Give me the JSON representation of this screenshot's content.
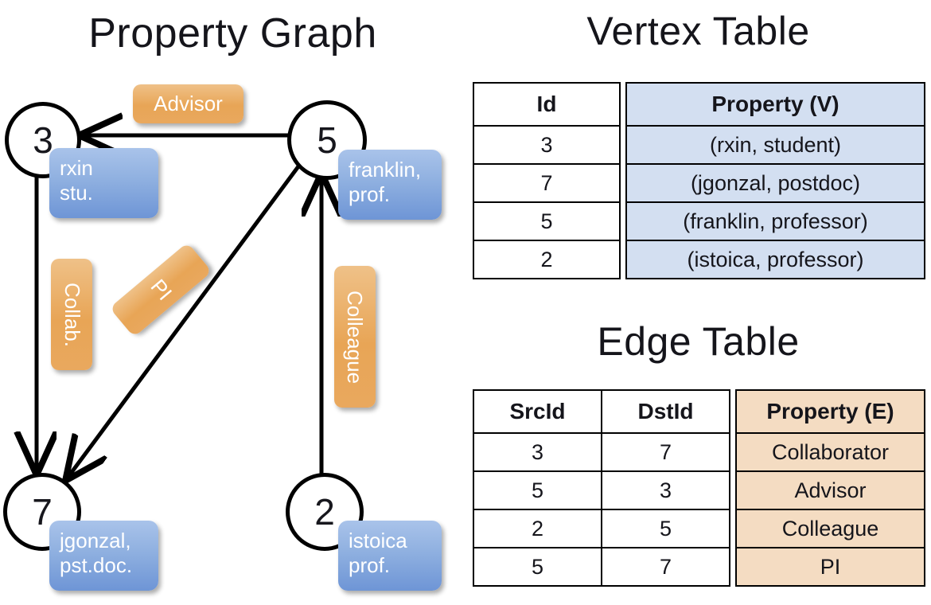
{
  "titles": {
    "graph": "Property Graph",
    "vertex_table": "Vertex Table",
    "edge_table": "Edge Table"
  },
  "graph": {
    "nodes": [
      {
        "id": "3",
        "property_label": "rxin\nstu."
      },
      {
        "id": "5",
        "property_label": "franklin,\nprof."
      },
      {
        "id": "7",
        "property_label": "jgonzal,\npst.doc."
      },
      {
        "id": "2",
        "property_label": "istoica\nprof."
      }
    ],
    "node_labels": {
      "n3": "3",
      "n5": "5",
      "n7": "7",
      "n2": "2"
    },
    "vertex_props": {
      "rxin_1": "rxin",
      "rxin_2": "stu.",
      "franklin_1": "franklin,",
      "franklin_2": "prof.",
      "jgonzal_1": "jgonzal,",
      "jgonzal_2": "pst.doc.",
      "istoica_1": "istoica",
      "istoica_2": "prof."
    },
    "edge_labels": {
      "advisor": "Advisor",
      "collab": "Collab.",
      "pi": "PI",
      "colleague": "Colleague"
    },
    "colors": {
      "vertex_box": "#8fb0e0",
      "edge_box": "#e8a556",
      "node_stroke": "#000000",
      "arrow": "#000000"
    }
  },
  "vertex_table": {
    "columns": [
      "Id",
      "Property (V)"
    ],
    "rows": [
      {
        "id": "3",
        "property": "(rxin, student)"
      },
      {
        "id": "7",
        "property": "(jgonzal, postdoc)"
      },
      {
        "id": "5",
        "property": "(franklin, professor)"
      },
      {
        "id": "2",
        "property": "(istoica, professor)"
      }
    ],
    "header_fill": "#d3dff1"
  },
  "edge_table": {
    "columns": [
      "SrcId",
      "DstId",
      "Property (E)"
    ],
    "rows": [
      {
        "src": "3",
        "dst": "7",
        "property": "Collaborator"
      },
      {
        "src": "5",
        "dst": "3",
        "property": "Advisor"
      },
      {
        "src": "2",
        "dst": "5",
        "property": "Colleague"
      },
      {
        "src": "5",
        "dst": "7",
        "property": "PI"
      }
    ],
    "header_fill": "#f4dcc2"
  }
}
